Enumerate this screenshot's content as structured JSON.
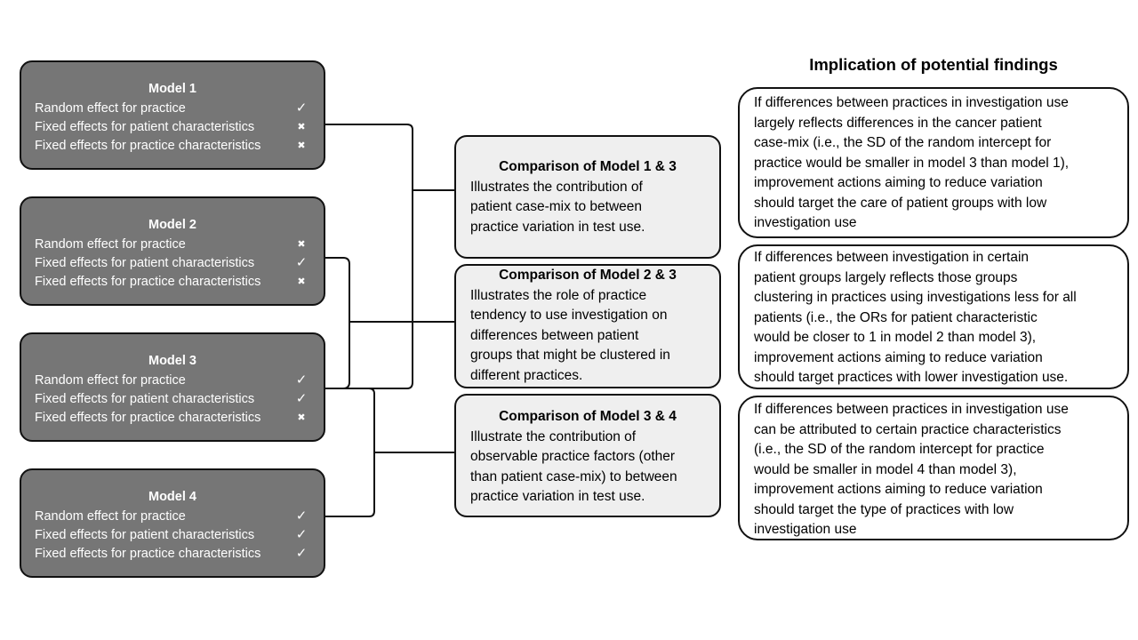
{
  "models": [
    {
      "title": "Model 1",
      "rows": [
        {
          "label": "Random effect for practice",
          "mark": "✓"
        },
        {
          "label": "Fixed effects for patient characteristics",
          "mark": "✖"
        },
        {
          "label": "Fixed effects for practice characteristics",
          "mark": "✖"
        }
      ]
    },
    {
      "title": "Model 2",
      "rows": [
        {
          "label": "Random effect for practice",
          "mark": "✖"
        },
        {
          "label": "Fixed effects for patient characteristics",
          "mark": "✓"
        },
        {
          "label": "Fixed effects for practice characteristics",
          "mark": "✖"
        }
      ]
    },
    {
      "title": "Model 3",
      "rows": [
        {
          "label": "Random effect for practice",
          "mark": "✓"
        },
        {
          "label": "Fixed effects for patient characteristics",
          "mark": "✓"
        },
        {
          "label": "Fixed effects for practice characteristics",
          "mark": "✖"
        }
      ]
    },
    {
      "title": "Model 4",
      "rows": [
        {
          "label": "Random effect for practice",
          "mark": "✓"
        },
        {
          "label": "Fixed effects for patient characteristics",
          "mark": "✓"
        },
        {
          "label": "Fixed effects for practice characteristics",
          "mark": "✓"
        }
      ]
    }
  ],
  "comparisons": [
    {
      "title": "Comparison of Model 1 & 3",
      "lines": [
        "Illustrates the contribution of",
        "patient case-mix to between",
        "practice variation in test use."
      ]
    },
    {
      "title": "Comparison of Model 2 & 3",
      "lines": [
        "Illustrates the role of practice",
        "tendency to use investigation on",
        "differences between patient",
        "groups that might be clustered in",
        "different practices."
      ]
    },
    {
      "title": "Comparison of Model 3 & 4",
      "lines": [
        "Illustrate the contribution of",
        "observable practice factors (other",
        "than patient case-mix) to between",
        "practice variation in test use."
      ]
    }
  ],
  "implications": {
    "title": "Implication of potential findings",
    "items": [
      {
        "lines": [
          "If differences between practices in investigation use",
          "largely reflects differences in the cancer patient",
          "case-mix (i.e., the SD of the random intercept for",
          "practice would be smaller in model 3 than model 1),",
          "improvement actions aiming to reduce variation",
          "should target the care of patient groups with low",
          "investigation use"
        ]
      },
      {
        "lines": [
          "If differences between investigation in certain",
          "patient groups largely reflects those groups",
          "clustering in practices using investigations less for all",
          "patients (i.e., the ORs for patient characteristic",
          "would be closer to 1 in model 2 than model 3),",
          "improvement actions aiming to reduce variation",
          "should target practices with lower investigation use."
        ]
      },
      {
        "lines": [
          "If differences between practices in investigation use",
          "can be attributed to certain practice characteristics",
          "(i.e., the SD of the random intercept for practice",
          "would be smaller in model 4 than model 3),",
          "improvement actions aiming to reduce variation",
          "should target the type of practices with low",
          "investigation use"
        ]
      }
    ]
  }
}
